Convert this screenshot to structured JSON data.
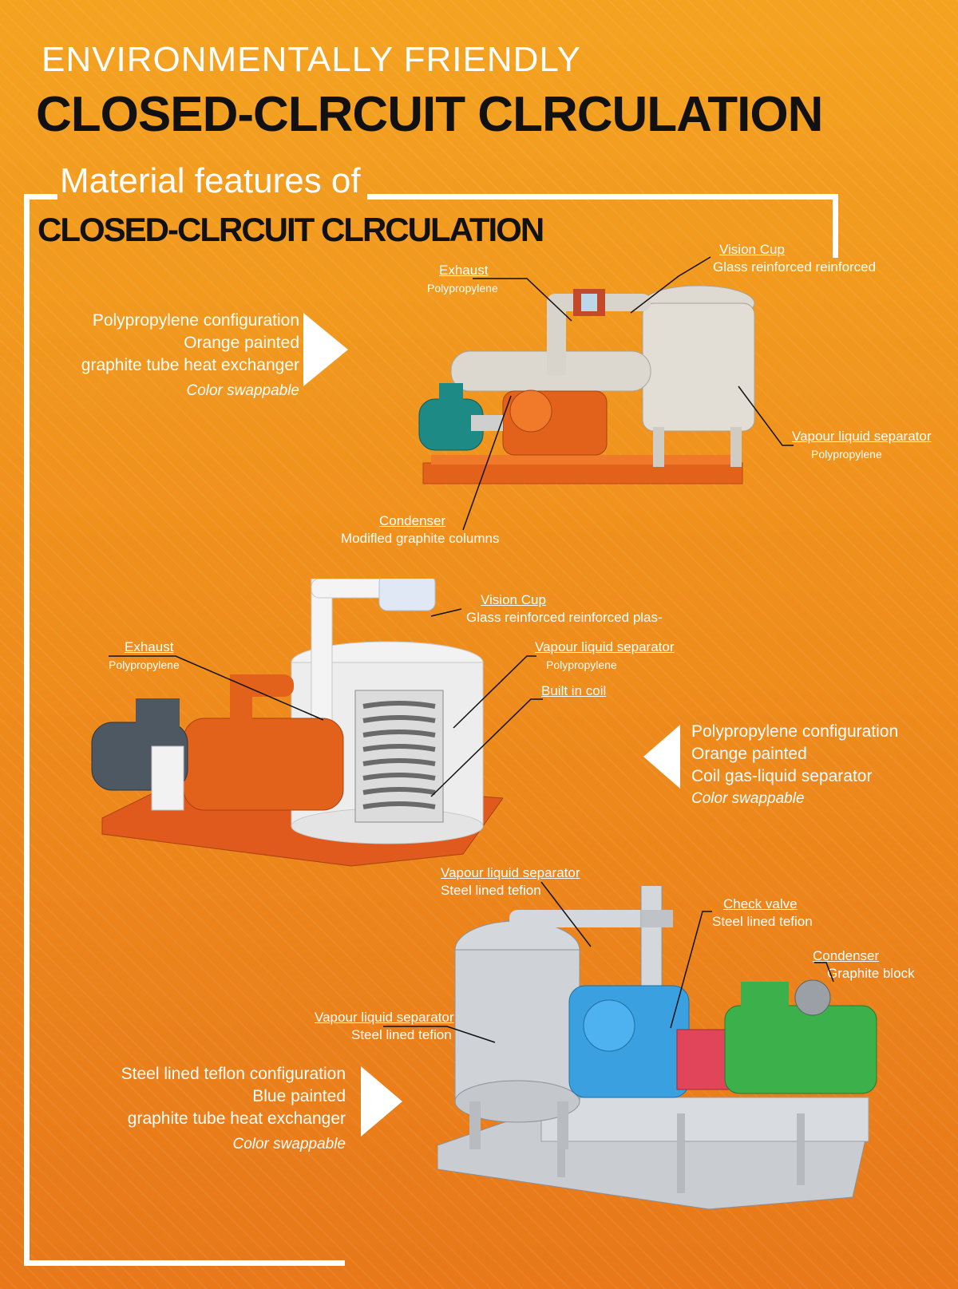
{
  "header": {
    "line1": "ENVIRONMENTALLY FRIENDLY",
    "line2": "CLOSED-CLRCUIT CLRCULATION",
    "section_title": "Material features of",
    "section_subtitle": "CLOSED-CLRCUIT CLRCULATION"
  },
  "config1": {
    "line1": "Polypropylene configuration",
    "line2": "Orange painted",
    "line3": "graphite tube heat exchanger",
    "note": "Color swappable",
    "labels": {
      "exhaust_title": "Exhaust",
      "exhaust_material": "Polypropylene",
      "vision_title": "Vision Cup",
      "vision_material": "Glass reinforced reinforced",
      "separator_title": "Vapour liquid separator",
      "separator_material": "Polypropylene",
      "condenser_title": "Condenser",
      "condenser_material": "Modifled graphite columns"
    }
  },
  "config2": {
    "line1": "Polypropylene configuration",
    "line2": "Orange painted",
    "line3": "Coil gas-liquid separator",
    "note": "Color swappable",
    "labels": {
      "vision_title": "Vision Cup",
      "vision_material": "Glass reinforced reinforced plas-",
      "exhaust_title": "Exhaust",
      "exhaust_material": "Polypropylene",
      "separator_title": "Vapour liquid separator",
      "separator_material": "Polypropylene",
      "coil_title": "Built in coil"
    }
  },
  "config3": {
    "line1": "Steel  lined teflon configuration",
    "line2": "Blue painted",
    "line3": "graphite tube heat exchanger",
    "note": "Color swappable",
    "labels": {
      "sep_top_title": "Vapour liquid separator",
      "sep_top_material": "Steel lined tefion",
      "check_title": "Check valve",
      "check_material": "Steel lined tefion",
      "condenser_title": "Condenser",
      "condenser_material": "Graphite block",
      "sep_left_title": "Vapour liquid separator",
      "sep_left_material": "Steel lined tefion"
    }
  }
}
